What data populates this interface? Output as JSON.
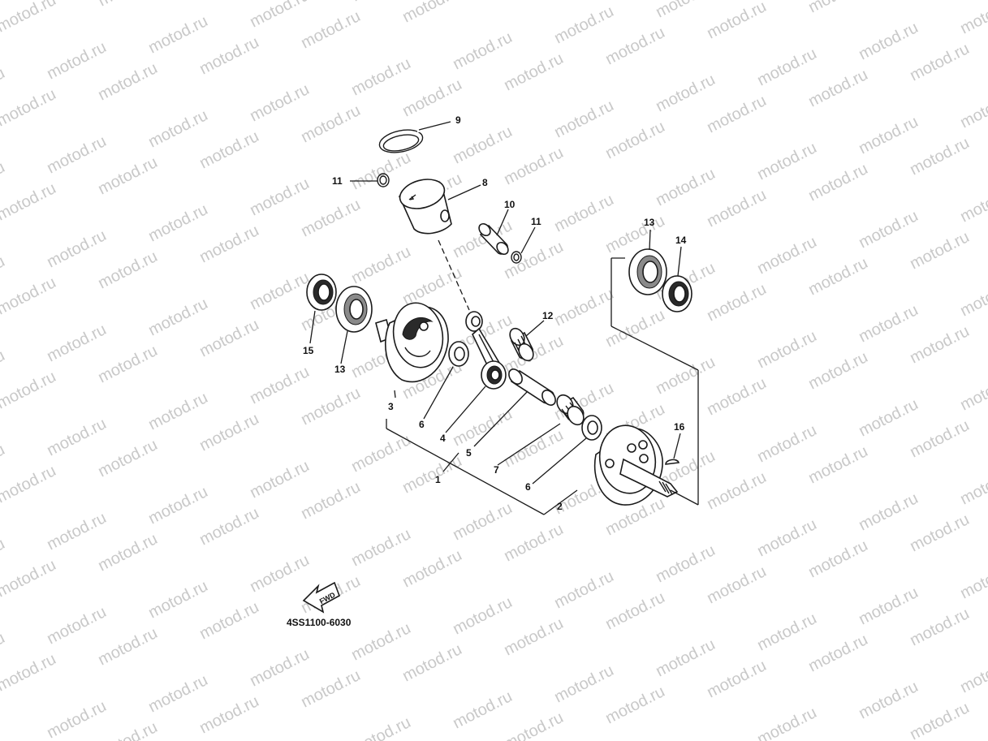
{
  "watermark": {
    "text": "motod.ru",
    "color": "#c9c9c9"
  },
  "callouts": {
    "n1": "1",
    "n2": "2",
    "n3": "3",
    "n4": "4",
    "n5": "5",
    "n6a": "6",
    "n6b": "6",
    "n7": "7",
    "n8": "8",
    "n9": "9",
    "n10": "10",
    "n11a": "11",
    "n11b": "11",
    "n12": "12",
    "n13a": "13",
    "n13b": "13",
    "n14": "14",
    "n15": "15",
    "n16": "16"
  },
  "fwd_label": "FWD",
  "diagram_code": "4SS1100-6030"
}
